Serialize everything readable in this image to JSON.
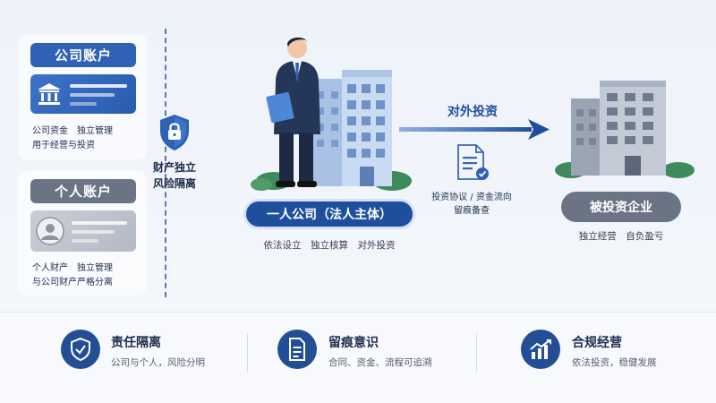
{
  "company_account": {
    "title": "公司账户",
    "caption_line1": "公司资金　独立管理",
    "caption_line2": "用于经营与投资"
  },
  "personal_account": {
    "title": "个人账户",
    "caption_line1": "个人财产　独立管理",
    "caption_line2": "与公司财产严格分离"
  },
  "isolation": {
    "line1": "财产独立",
    "line2": "风险隔离"
  },
  "main_entity": {
    "label": "一人公司（法人主体）",
    "sub": "依法设立　独立核算　对外投资"
  },
  "flow": {
    "arrow_label": "对外投资",
    "doc_line1": "投资协议 / 资金流向",
    "doc_line2": "留痕备查"
  },
  "invested": {
    "label": "被投资企业",
    "sub": "独立经营　自负盈亏"
  },
  "features": [
    {
      "title": "责任隔离",
      "desc": "公司与个人，风险分明",
      "icon": "shield-check-icon"
    },
    {
      "title": "留痕意识",
      "desc": "合同、资金、流程可追溯",
      "icon": "document-list-icon"
    },
    {
      "title": "合规经营",
      "desc": "依法投资，稳健发展",
      "icon": "growth-chart-icon"
    }
  ],
  "colors": {
    "primary": "#2f62b5",
    "dark_blue": "#1f4f9c",
    "gray": "#6b7484"
  }
}
